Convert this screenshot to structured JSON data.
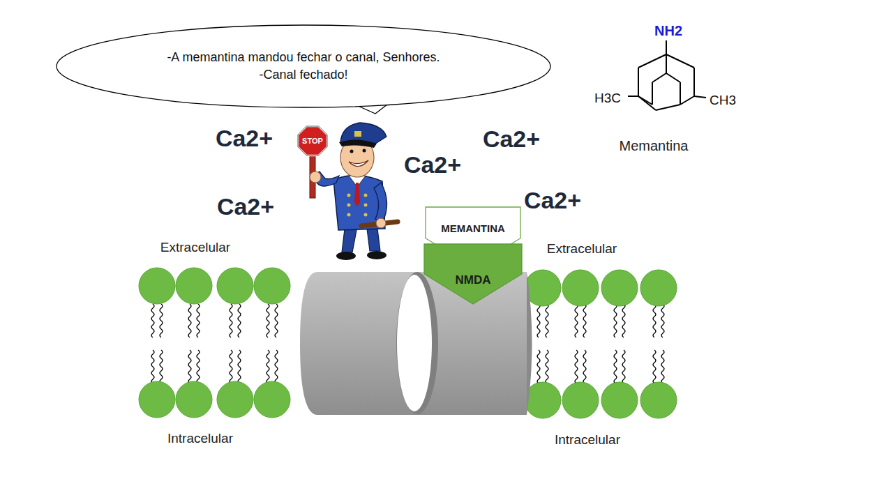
{
  "diagram": {
    "nodes": [
      {
        "text": [
          "-A memantina mandou fechar o canal, Senhores.",
          "-Canal fechado!"
        ]
      },
      {
        "text": [
          "STOP"
        ]
      },
      {
        "text": [
          "MEMANTINA"
        ]
      },
      {
        "text": [
          "NMDA"
        ]
      }
    ],
    "labels": [
      "Ca2+",
      "Ca2+",
      "Ca2+",
      "Ca2+",
      "Ca2+",
      "NH2",
      "H3C",
      "CH3",
      "Memantina",
      "Extracelular",
      "Extracelular",
      "Intracelular",
      "Intracelular"
    ]
  }
}
